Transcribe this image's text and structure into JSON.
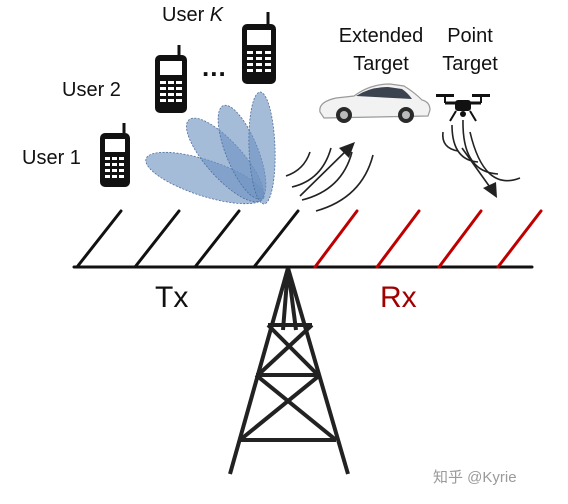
{
  "users": [
    {
      "label": "User 1"
    },
    {
      "label": "User 2"
    },
    {
      "label": "User ",
      "var": "K"
    }
  ],
  "ellipsis": "...",
  "targets": {
    "extended": {
      "line1": "Extended",
      "line2": "Target"
    },
    "point": {
      "line1": "Point",
      "line2": "Target"
    }
  },
  "array": {
    "tx_label": "Tx",
    "rx_label": "Rx"
  },
  "watermark": "知乎 @Kyrie",
  "colors": {
    "tx_elements": "#111111",
    "rx_elements": "#c00000",
    "beam_fill": "#6e93c2",
    "rx_text": "#a00000",
    "lines": "#222222"
  },
  "icons": [
    "phone-icon",
    "car-icon",
    "drone-icon",
    "tower-icon"
  ]
}
